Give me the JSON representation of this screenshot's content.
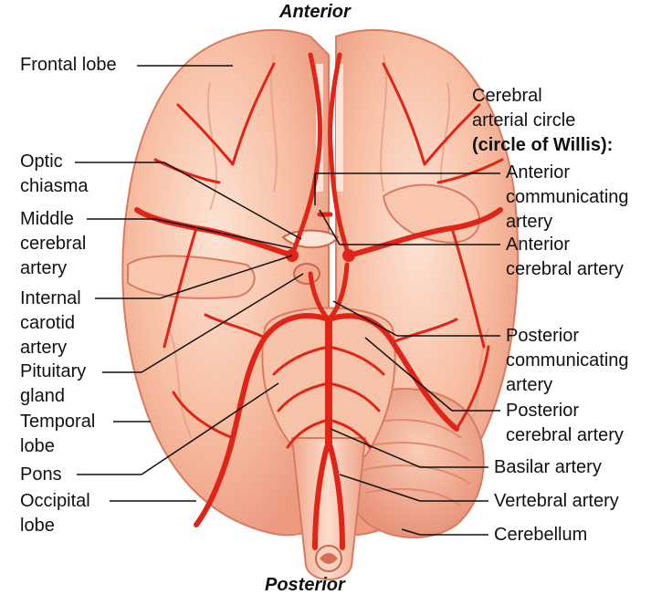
{
  "orientation": {
    "top": "Anterior",
    "bottom": "Posterior"
  },
  "circle_heading": {
    "line1": "Cerebral\narterial circle",
    "line2": "(circle of Willis):"
  },
  "left_labels": {
    "frontal_lobe": "Frontal lobe",
    "optic_chiasma": "Optic\nchiasma",
    "middle_cerebral_artery": "Middle\ncerebral\nartery",
    "internal_carotid_artery": "Internal\ncarotid\nartery",
    "pituitary_gland": "Pituitary\ngland",
    "temporal_lobe": "Temporal\nlobe",
    "pons": "Pons",
    "occipital_lobe": "Occipital\nlobe"
  },
  "right_labels": {
    "anterior_communicating_artery": "Anterior\ncommunicating\nartery",
    "anterior_cerebral_artery": "Anterior\ncerebral artery",
    "posterior_communicating_artery": "Posterior\ncommunicating\nartery",
    "posterior_cerebral_artery": "Posterior\ncerebral artery",
    "basilar_artery": "Basilar artery",
    "vertebral_artery": "Vertebral artery",
    "cerebellum": "Cerebellum"
  },
  "colors": {
    "tissue": "#f6b89a",
    "tissue_dark": "#e8917a",
    "tissue_light": "#fbd8c6",
    "artery": "#e02418",
    "artery_dark": "#b5140d",
    "leader": "#111111"
  }
}
